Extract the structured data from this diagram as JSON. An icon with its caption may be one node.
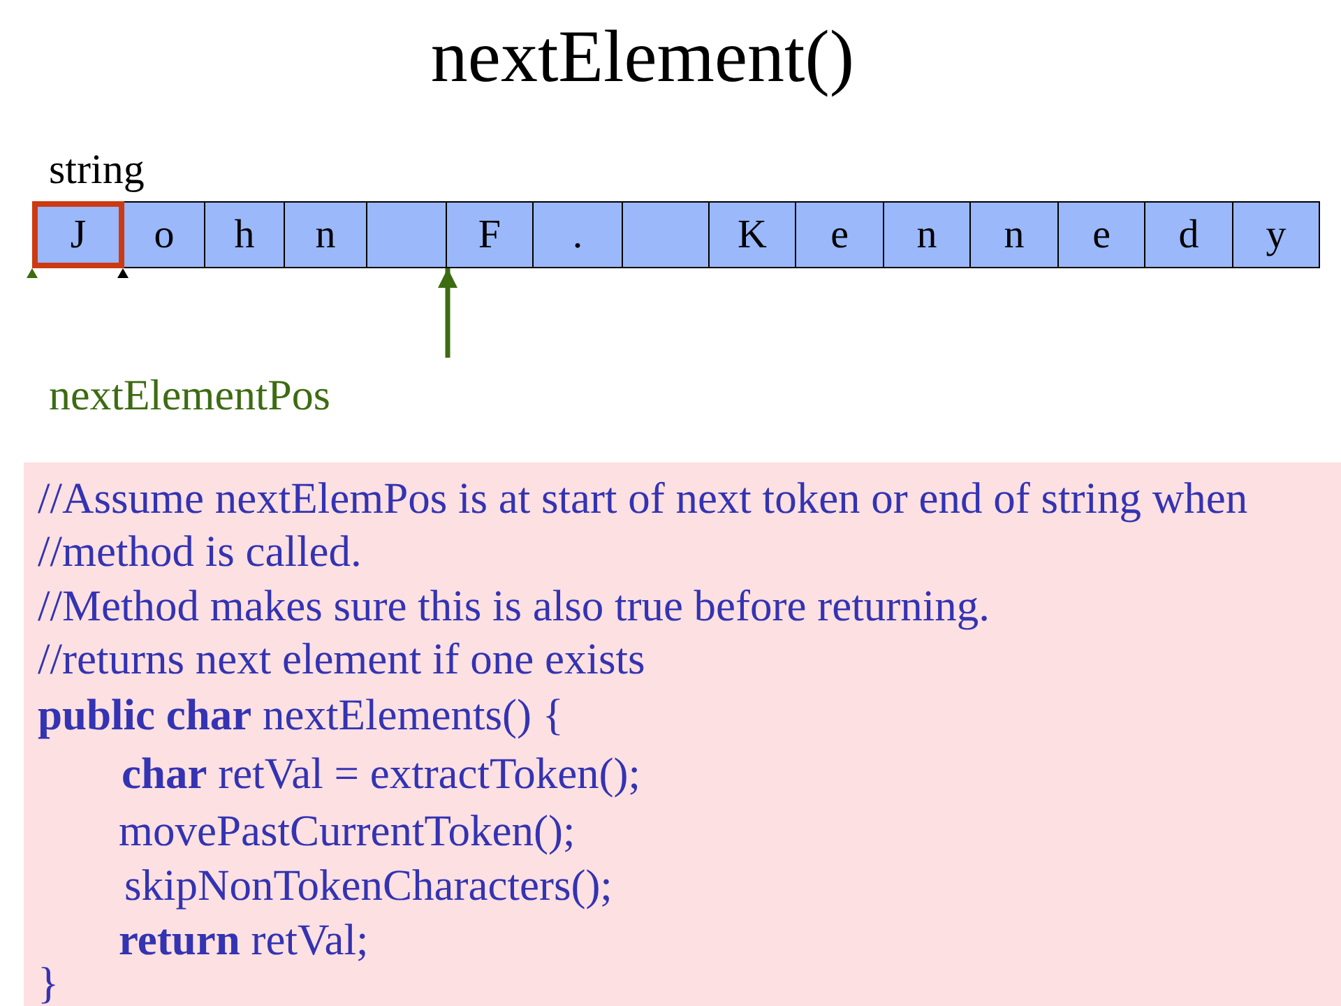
{
  "diagram": {
    "title": "nextElement()",
    "nodes": [
      {
        "text": [
          "string"
        ]
      },
      {
        "text": [
          "J"
        ],
        "in": 0
      },
      {
        "text": [
          "o"
        ],
        "in": 0
      },
      {
        "text": [
          "h"
        ],
        "in": 0
      },
      {
        "text": [
          "n"
        ],
        "in": 0
      },
      {
        "text": [],
        "shape": "box",
        "in": 0
      },
      {
        "text": [
          "F"
        ],
        "in": 0
      },
      {
        "text": [
          "."
        ],
        "in": 0
      },
      {
        "text": [],
        "shape": "box",
        "in": 0
      },
      {
        "text": [
          "K"
        ],
        "in": 0
      },
      {
        "text": [
          "e"
        ],
        "in": 0
      },
      {
        "text": [
          "n"
        ],
        "in": 0
      },
      {
        "text": [
          "n"
        ],
        "in": 0
      },
      {
        "text": [
          "e"
        ],
        "in": 0
      },
      {
        "text": [
          "d"
        ],
        "in": 0
      },
      {
        "text": [
          "y"
        ],
        "in": 0
      },
      {
        "text": [
          "//Assume nextElemPos is at start of next token or end of string when",
          "//method is called.",
          "//Method makes sure this is also true before returning.",
          "//returns next element if one exists",
          "**public char** nextElements() {",
          "**char** retVal = extractToken();",
          "movePastCurrentToken();",
          "skipNonTokenCharacters();",
          "**return** retVal;",
          "}"
        ]
      }
    ],
    "edges": [
      {
        "from": null,
        "to": 6,
        "arrow": "to",
        "color": "#3d6b12"
      }
    ],
    "labels": [
      "nextElementPos"
    ]
  }
}
